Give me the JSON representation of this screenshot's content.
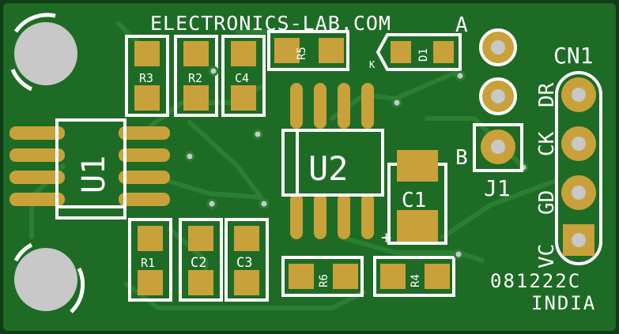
{
  "board": {
    "colors": {
      "soldermask": "#1e6b25",
      "trace": "#2a7f31",
      "copper": "#c9a13a",
      "silkscreen": "#ffffff",
      "hole": "#c8c8c8",
      "edge": "#0f3d16"
    },
    "header_text": "ELECTRONICS-LAB.COM",
    "footer": {
      "code": "081222C",
      "country": "INDIA"
    },
    "ic_labels": {
      "u1": "U1",
      "u2": "U2"
    },
    "resistor_labels": {
      "r1": "R1",
      "r2": "R2",
      "r3": "R3",
      "r4": "R4",
      "r5": "R5",
      "r6": "R6"
    },
    "capacitor_labels": {
      "c1": "C1",
      "c2": "C2",
      "c3": "C3",
      "c4": "C4"
    },
    "diode": {
      "label": "D1",
      "cathode_mark": "K"
    },
    "polarity_mark": "+",
    "jumper": {
      "label": "J1",
      "side_a": "A",
      "side_b": "B"
    },
    "connector": {
      "label": "CN1",
      "pins": [
        "DR",
        "CK",
        "GD",
        "VC"
      ]
    }
  }
}
